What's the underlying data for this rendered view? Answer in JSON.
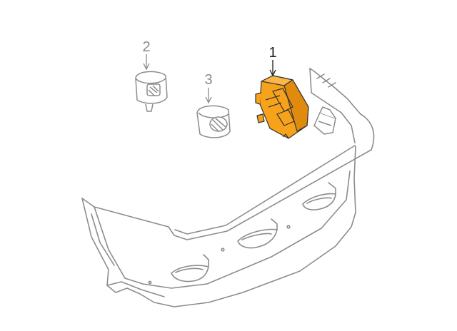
{
  "callouts": {
    "part_1": "1",
    "part_2": "2",
    "part_3": "3"
  },
  "colors": {
    "line": "#8c8c8c",
    "callout_active": "#1a1a1a",
    "callout_muted": "#8a8a8a",
    "module_fill": "#f7a21b",
    "module_shade": "#e08a0e",
    "background": "#ffffff"
  },
  "icons": {
    "part_1": "control-module-icon",
    "part_2": "ultrasonic-sensor-icon",
    "part_3": "ultrasonic-sensor-icon"
  }
}
